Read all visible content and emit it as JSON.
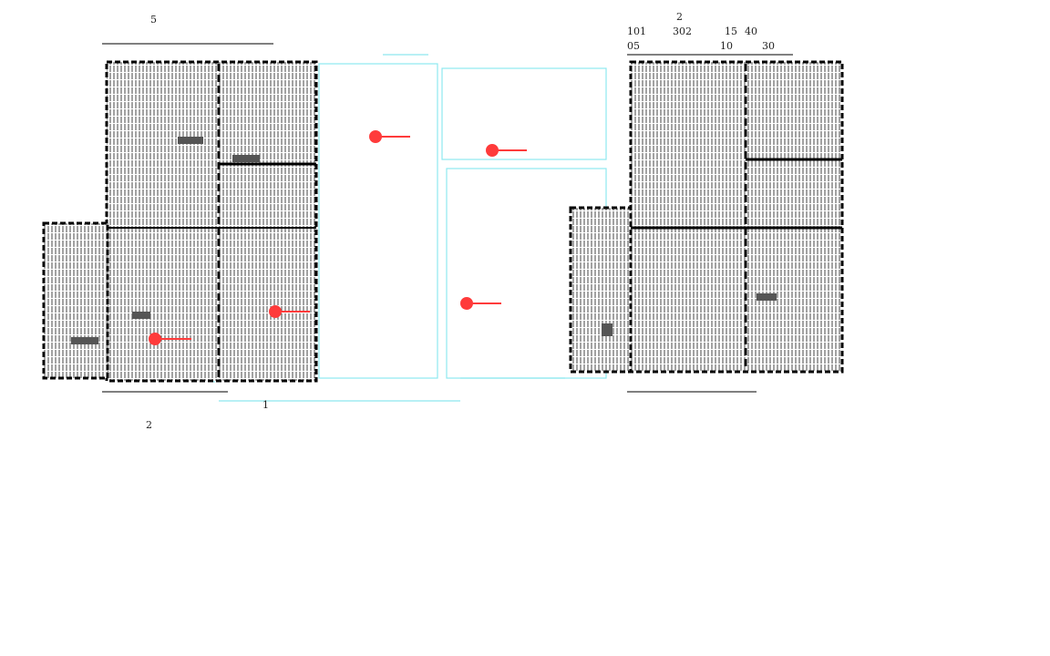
{
  "drawing": {
    "colors": {
      "hatch": "#333333",
      "wall": "#000000",
      "guide": "#7fe3ec",
      "marker": "#ff3b3b"
    },
    "right_plan_dimensions": [
      "101",
      "302",
      "15",
      "40",
      "30",
      "10",
      "05",
      "2"
    ],
    "left_plan_labels": [
      "2",
      "1",
      "5"
    ]
  }
}
